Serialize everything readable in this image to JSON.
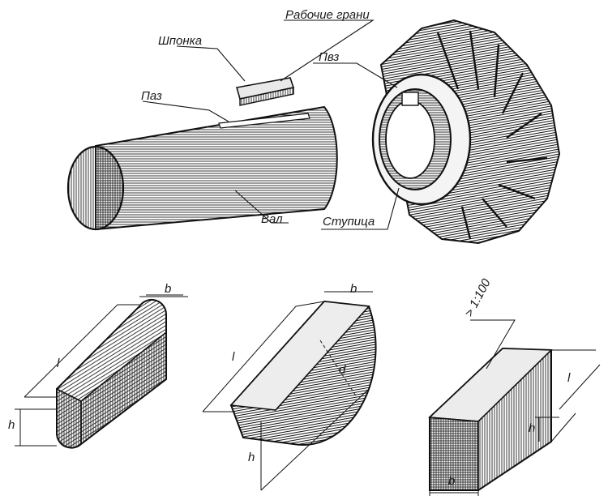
{
  "labels": {
    "shponka": "Шпонка",
    "rabochie_grani": "Рабочие грани",
    "paz_shaft": "Паз",
    "paz_hub": "Пвз",
    "val": "Вал",
    "stupitsa": "Ступица"
  },
  "dims": {
    "prismatic_b": "b",
    "prismatic_l": "l",
    "prismatic_h": "h",
    "segment_b": "b",
    "segment_l": "l",
    "segment_d": "d",
    "segment_h": "h",
    "wedge_taper": "> 1:100",
    "wedge_l": "l",
    "wedge_h": "h",
    "wedge_b": "b"
  }
}
